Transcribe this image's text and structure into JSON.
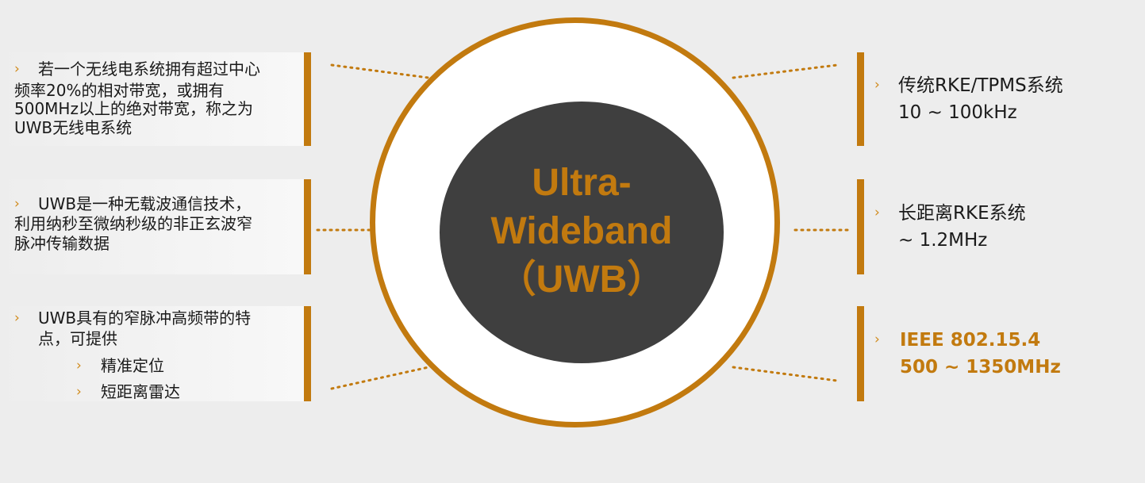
{
  "center": {
    "line1": "Ultra-",
    "line2": "Wideband",
    "line3": "（UWB）"
  },
  "bullet_glyph": "›",
  "left_items": [
    {
      "lines": [
        "若一个无线电系统拥有超过中心",
        "频率20%的相对带宽，或拥有",
        "500MHz以上的绝对带宽，称之为",
        "UWB无线电系统"
      ]
    },
    {
      "lines": [
        "UWB是一种无载波通信技术，",
        "利用纳秒至微纳秒级的非正玄波窄",
        "脉冲传输数据"
      ]
    },
    {
      "lines": [
        "UWB具有的窄脉冲高频带的特",
        "点，可提供"
      ],
      "subitems": [
        "精准定位",
        "短距离雷达"
      ]
    }
  ],
  "right_items": [
    {
      "line1": "传统RKE/TPMS系统",
      "line2": " 10 ~ 100kHz"
    },
    {
      "line1": "长距离RKE系统",
      "line2": "~ 1.2MHz"
    },
    {
      "line1": "IEEE 802.15.4",
      "line2": "500 ~ 1350MHz"
    }
  ],
  "colors": {
    "accent": "#c27a0f",
    "disc": "#3f3f3f",
    "background": "#ededed",
    "text": "#1a1a1a"
  }
}
